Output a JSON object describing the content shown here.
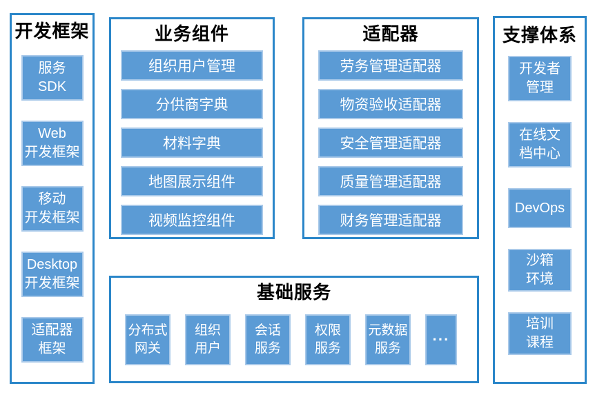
{
  "colors": {
    "background": "#FFFFFF",
    "panel_border": "#2A86C9",
    "box_fill": "#5B9BD5",
    "box_halo": "#A9C9E9",
    "box_text": "#FFFFFF",
    "title_text": "#000000"
  },
  "panels": {
    "dev_framework": {
      "title": "开发框架",
      "items": [
        "服务\nSDK",
        "Web\n开发框架",
        "移动\n开发框架",
        "Desktop\n开发框架",
        "适配器\n框架"
      ]
    },
    "business_components": {
      "title": "业务组件",
      "items": [
        "组织用户管理",
        "分供商字典",
        "材料字典",
        "地图展示组件",
        "视频监控组件"
      ]
    },
    "adapters": {
      "title": "适配器",
      "items": [
        "劳务管理适配器",
        "物资验收适配器",
        "安全管理适配器",
        "质量管理适配器",
        "财务管理适配器"
      ]
    },
    "support_system": {
      "title": "支撑体系",
      "items": [
        "开发者\n管理",
        "在线文\n档中心",
        "DevOps",
        "沙箱\n环境",
        "培训\n课程"
      ]
    },
    "base_services": {
      "title": "基础服务",
      "items": [
        "分布式\n网关",
        "组织\n用户",
        "会话\n服务",
        "权限\n服务",
        "元数据\n服务",
        "···"
      ]
    }
  }
}
